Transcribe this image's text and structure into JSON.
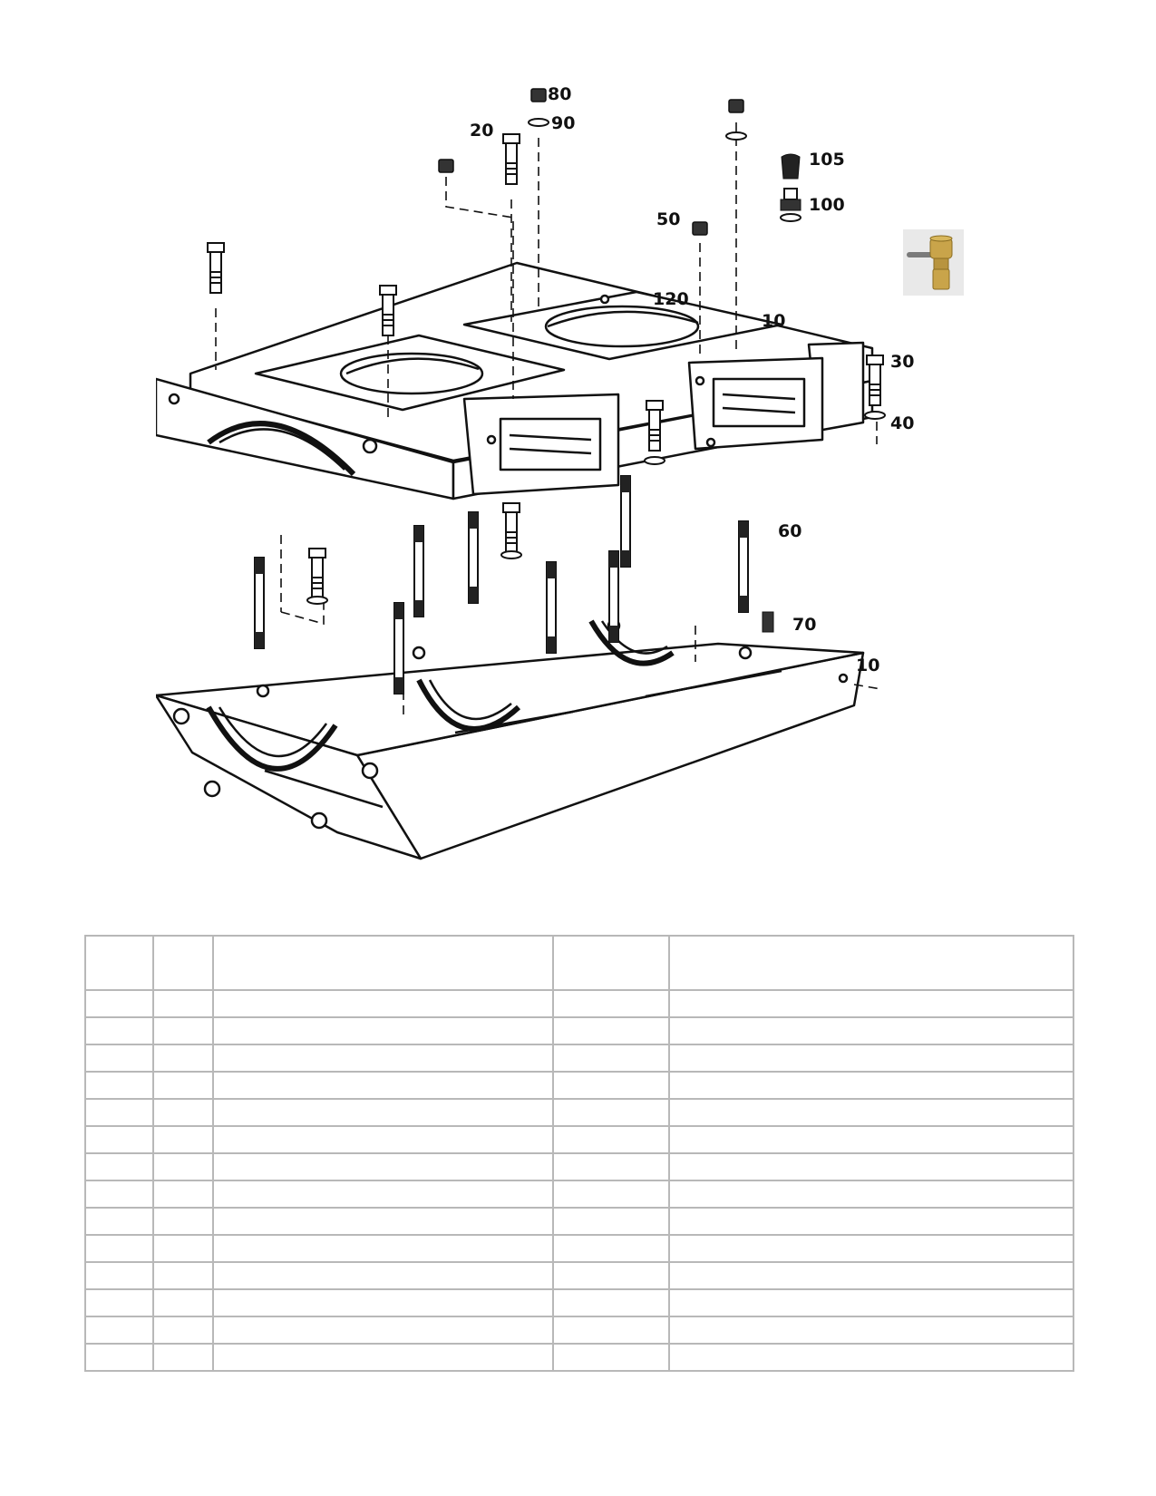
{
  "callouts": {
    "c80": "80",
    "c90": "90",
    "c20": "20",
    "c105": "105",
    "c100": "100",
    "c50": "50",
    "c120": "120",
    "c10_top": "10",
    "c30": "30",
    "c40": "40",
    "c60": "60",
    "c70": "70",
    "c10_bottom": "10"
  },
  "thumbnail": {
    "icon": "brass-fitting-icon",
    "colors": {
      "brass": "#c9a44a",
      "pin": "#7a7a7a"
    }
  },
  "table": {
    "columns": [
      "",
      "",
      "",
      "",
      ""
    ],
    "rows": [
      [
        "",
        "",
        "",
        "",
        ""
      ],
      [
        "",
        "",
        "",
        "",
        ""
      ],
      [
        "",
        "",
        "",
        "",
        ""
      ],
      [
        "",
        "",
        "",
        "",
        ""
      ],
      [
        "",
        "",
        "",
        "",
        ""
      ],
      [
        "",
        "",
        "",
        "",
        ""
      ],
      [
        "",
        "",
        "",
        "",
        ""
      ],
      [
        "",
        "",
        "",
        "",
        ""
      ],
      [
        "",
        "",
        "",
        "",
        ""
      ],
      [
        "",
        "",
        "",
        "",
        ""
      ],
      [
        "",
        "",
        "",
        "",
        ""
      ],
      [
        "",
        "",
        "",
        "",
        ""
      ],
      [
        "",
        "",
        "",
        "",
        ""
      ],
      [
        "",
        "",
        "",
        "",
        ""
      ]
    ]
  }
}
